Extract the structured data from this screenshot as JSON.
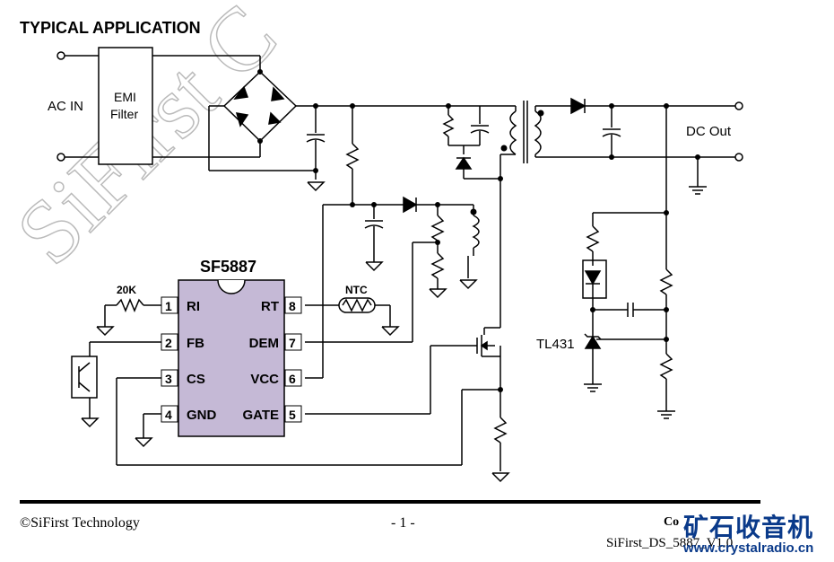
{
  "heading": "TYPICAL APPLICATION",
  "labels": {
    "ac_in": "AC IN",
    "emi_line1": "EMI",
    "emi_line2": "Filter",
    "dc_out": "DC Out",
    "chip_name": "SF5887",
    "r20k": "20K",
    "ntc": "NTC",
    "tl431": "TL431"
  },
  "ic": {
    "pins_left": [
      {
        "num": "1",
        "name": "RI"
      },
      {
        "num": "2",
        "name": "FB"
      },
      {
        "num": "3",
        "name": "CS"
      },
      {
        "num": "4",
        "name": "GND"
      }
    ],
    "pins_right": [
      {
        "num": "8",
        "name": "RT"
      },
      {
        "num": "7",
        "name": "DEM"
      },
      {
        "num": "6",
        "name": "VCC"
      },
      {
        "num": "5",
        "name": "GATE"
      }
    ],
    "fill_color": "#c5b9d6"
  },
  "watermark": {
    "text": "SiFirst C",
    "brand": "矿石收音机",
    "url": "www.crystalradio.cn",
    "brand_color": "#0a3a8a"
  },
  "footer": {
    "copyright": "©SiFirst Technology",
    "page": "- 1 -",
    "confidential": "Co",
    "doc_id": "SiFirst_DS_5887_V1.0"
  }
}
